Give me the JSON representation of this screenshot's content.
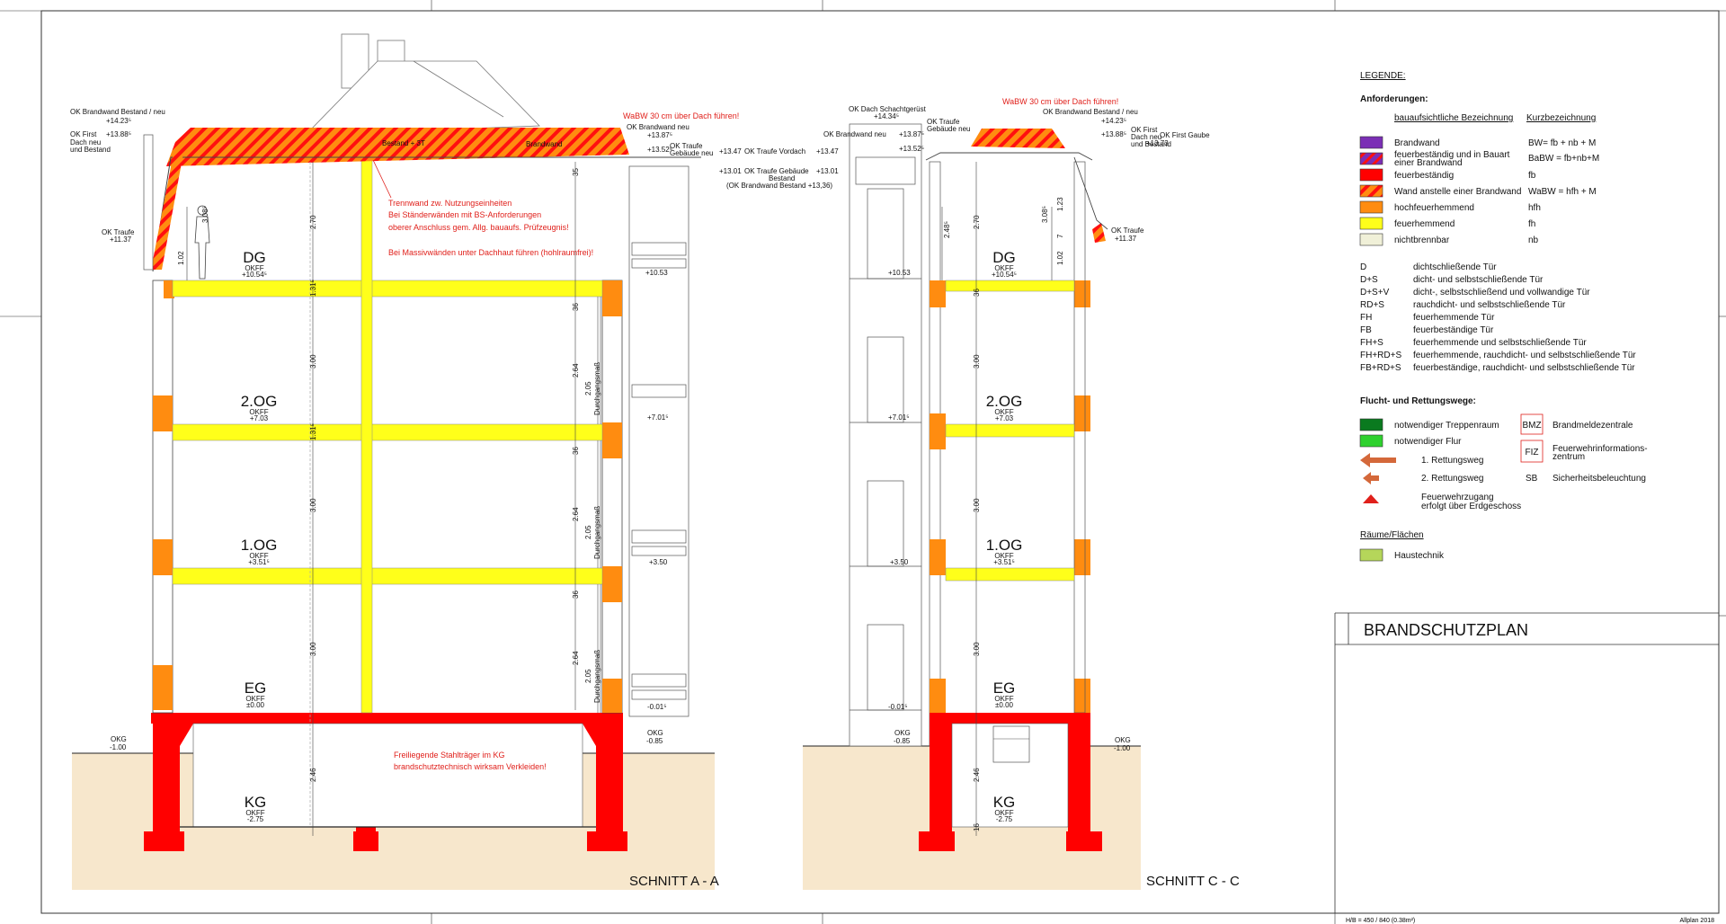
{
  "colors": {
    "purple": "#7b2fb5",
    "red": "#ff0000",
    "orange": "#ff8c10",
    "yellow": "#ffff1a",
    "cream": "#f0f0d8",
    "ground": "#f7e7cc",
    "dark_green": "#0a7a1f",
    "light_green": "#2ed12e",
    "arrow": "#d4683a",
    "haustechnik": "#b5d65a",
    "accent_red": "#e0201b"
  },
  "title_block": {
    "plan_title": "BRANDSCHUTZPLAN",
    "scale_info": "H/B = 450 / 840 (0.38m²)",
    "software": "Allplan 2018"
  },
  "section_a": {
    "title": "SCHNITT A - A",
    "floors": [
      {
        "name": "DG",
        "okff": "OKFF",
        "level": "+10.54⁵"
      },
      {
        "name": "2.OG",
        "okff": "OKFF",
        "level": "+7.03"
      },
      {
        "name": "1.OG",
        "okff": "OKFF",
        "level": "+3.51⁵"
      },
      {
        "name": "EG",
        "okff": "OKFF",
        "level": "±0.00"
      },
      {
        "name": "KG",
        "okff": "OKFF",
        "level": "-2.75"
      }
    ],
    "notes": {
      "wabw": "WaBW 30 cm über Dach führen!",
      "trennwand_1": "Trennwand zw. Nutzungseinheiten",
      "trennwand_2": "Bei Ständerwänden mit BS-Anforderungen",
      "trennwand_3": "oberer Anschluss gem. Allg. bauaufs. Prüfzeugnis!",
      "trennwand_4": "Bei Massivwänden unter Dachhaut führen (hohlraumfrei)!",
      "stahl_1": "Freiliegende Stahlträger im KG",
      "stahl_2": "brandschutztechnisch wirksam Verkleiden!"
    },
    "left_labels": {
      "brandwand_bestand": "OK Brandwand Bestand / neu",
      "brandwand_bestand_val": "+14.23⁵",
      "first": "OK First",
      "first_val": "+13.88⁵",
      "dach_neu": "Dach neu",
      "und_bestand": "und Bestand",
      "traufe": "OK Traufe",
      "traufe_val": "+11.37",
      "okg": "OKG",
      "okg_val": "-1.00"
    },
    "right_labels": {
      "brandwand_neu": "OK Brandwand neu",
      "brandwand_neu_val": "+13.87⁵",
      "traufe_neu_val": "+13.52⁵",
      "traufe_geb": "OK Traufe",
      "traufe_geb2": "Gebäude neu",
      "vordach_val": "+13.47",
      "vordach": "OK Traufe Vordach",
      "vordach_val2": "+13.47",
      "geb_bestand_val": "+13.01",
      "geb_bestand": "OK Traufe Gebäude",
      "geb_bestand2": "Bestand",
      "geb_bestand_val2": "+13.01",
      "brandwand_bestand_paren": "(OK Brandwand Bestand +13,36)",
      "l1": "+10.53",
      "l2": "+7.01⁵",
      "l3": "+3.50",
      "l4": "-0.01⁵",
      "okg": "OKG",
      "okg_val": "-0.85"
    },
    "roof_text": {
      "a": "Bestand + 3T",
      "b": "Brandwand"
    },
    "dims": [
      "2.70",
      "3.08⁵",
      "3.00",
      "3.00",
      "3.00",
      "2.46",
      "2.64",
      "2.64",
      "2.64",
      "2.05",
      "2.05",
      "2.05",
      "Durchgangsmaß",
      "Durchgangsmaß",
      "Durchgangsmaß",
      "36",
      "36",
      "36",
      "35",
      "1.02",
      "1.31⁵",
      "1.31⁵"
    ]
  },
  "section_c": {
    "title": "SCHNITT C - C",
    "floors": [
      {
        "name": "DG",
        "okff": "OKFF",
        "level": "+10.54⁵"
      },
      {
        "name": "2.OG",
        "okff": "OKFF",
        "level": "+7.03"
      },
      {
        "name": "1.OG",
        "okff": "OKFF",
        "level": "+3.51⁵"
      },
      {
        "name": "EG",
        "okff": "OKFF",
        "level": "±0.00"
      },
      {
        "name": "KG",
        "okff": "OKFF",
        "level": "-2.75"
      }
    ],
    "notes": {
      "wabw": "WaBW 30 cm über Dach führen!"
    },
    "labels": {
      "schacht": "OK Dach Schachtgerüst",
      "schacht_val": "+14.34⁵",
      "brandwand_neu": "OK Brandwand neu",
      "brandwand_neu_val": "+13.87⁵",
      "traufe": "OK Traufe",
      "geb_neu": "Gebäude neu",
      "traufe_val": "+13.52⁵",
      "brandwand_bestand": "OK Brandwand Bestand / neu",
      "brandwand_bestand_val": "+14.23⁵",
      "first": "OK First",
      "first_val": "+13.88⁵",
      "dach_neu": "Dach neu",
      "und_bestand": "und Bestand",
      "gaube": "OK First Gaube",
      "gaube_val": "+13.73",
      "traufe_r": "OK Traufe",
      "traufe_r_val": "+11.37",
      "okg_l": "OKG",
      "okg_l_val": "-0.85",
      "okg_r": "OKG",
      "okg_r_val": "-1.00",
      "l1": "+10.53",
      "l2": "+7.01⁵",
      "l3": "+3.50",
      "l4": "-0.01⁵"
    },
    "dims": [
      "2.70",
      "3.08⁵",
      "2.48⁵",
      "1.23",
      "3.00",
      "3.00",
      "3.00",
      "2.46",
      "1.02",
      "7",
      "16",
      "36"
    ]
  },
  "legend": {
    "title": "LEGENDE:",
    "anforderungen": "Anforderungen:",
    "col1": "bauaufsichtliche Bezeichnung",
    "col2": "Kurzbezeichnung",
    "materials": [
      {
        "name": "Brandwand",
        "short": "BW= fb + nb + M",
        "color": "#7b2fb5",
        "pattern": "solid"
      },
      {
        "name": "feuerbeständig und in Bauart",
        "name2": "einer Brandwand",
        "short": "BaBW = fb+nb+M",
        "color": "#7b2fb5",
        "pattern": "hatch-red"
      },
      {
        "name": "feuerbeständig",
        "short": "fb",
        "color": "#ff0000",
        "pattern": "solid"
      },
      {
        "name": "Wand anstelle einer Brandwand",
        "short": "WaBW = hfh + M",
        "color": "#ff8c10",
        "pattern": "hatch-red"
      },
      {
        "name": "hochfeuerhemmend",
        "short": "hfh",
        "color": "#ff8c10",
        "pattern": "solid"
      },
      {
        "name": "feuerhemmend",
        "short": "fh",
        "color": "#ffff1a",
        "pattern": "solid"
      },
      {
        "name": "nichtbrennbar",
        "short": "nb",
        "color": "#f0f0d8",
        "pattern": "solid"
      }
    ],
    "doors": [
      {
        "code": "D",
        "desc": "dichtschließende Tür"
      },
      {
        "code": "D+S",
        "desc": " dicht- und selbstschließende Tür"
      },
      {
        "code": "D+S+V",
        "desc": "dicht-, selbstschließend und vollwandige Tür"
      },
      {
        "code": "RD+S",
        "desc": "rauchdicht- und selbstschließende Tür"
      },
      {
        "code": "FH",
        "desc": "feuerhemmende Tür"
      },
      {
        "code": "FB",
        "desc": "feuerbeständige Tür"
      },
      {
        "code": "FH+S",
        "desc": "feuerhemmende und selbstschließende Tür"
      },
      {
        "code": "FH+RD+S",
        "desc": "feuerhemmende, rauchdicht- und selbstschließende Tür"
      },
      {
        "code": "FB+RD+S",
        "desc": "feuerbeständige, rauchdicht- und selbstschließende Tür"
      }
    ],
    "flucht_title": "Flucht- und Rettungswege:",
    "flucht": [
      {
        "label": "notwendiger Treppenraum"
      },
      {
        "label": "notwendiger Flur"
      },
      {
        "label": "1. Rettungsweg"
      },
      {
        "label": "2. Rettungsweg"
      },
      {
        "label": "Feuerwehrzugang",
        "label2": "erfolgt über Erdgeschoss"
      }
    ],
    "symbols": [
      {
        "code": "BMZ",
        "label": "Brandmeldezentrale"
      },
      {
        "code": "FIZ",
        "label": "Feuerwehrinformations-",
        "label2": "zentrum"
      },
      {
        "code": "SB",
        "label": "Sicherheitsbeleuchtung"
      }
    ],
    "raeume_title": "Räume/Flächen",
    "raeume": [
      {
        "label": "Haustechnik"
      }
    ]
  }
}
